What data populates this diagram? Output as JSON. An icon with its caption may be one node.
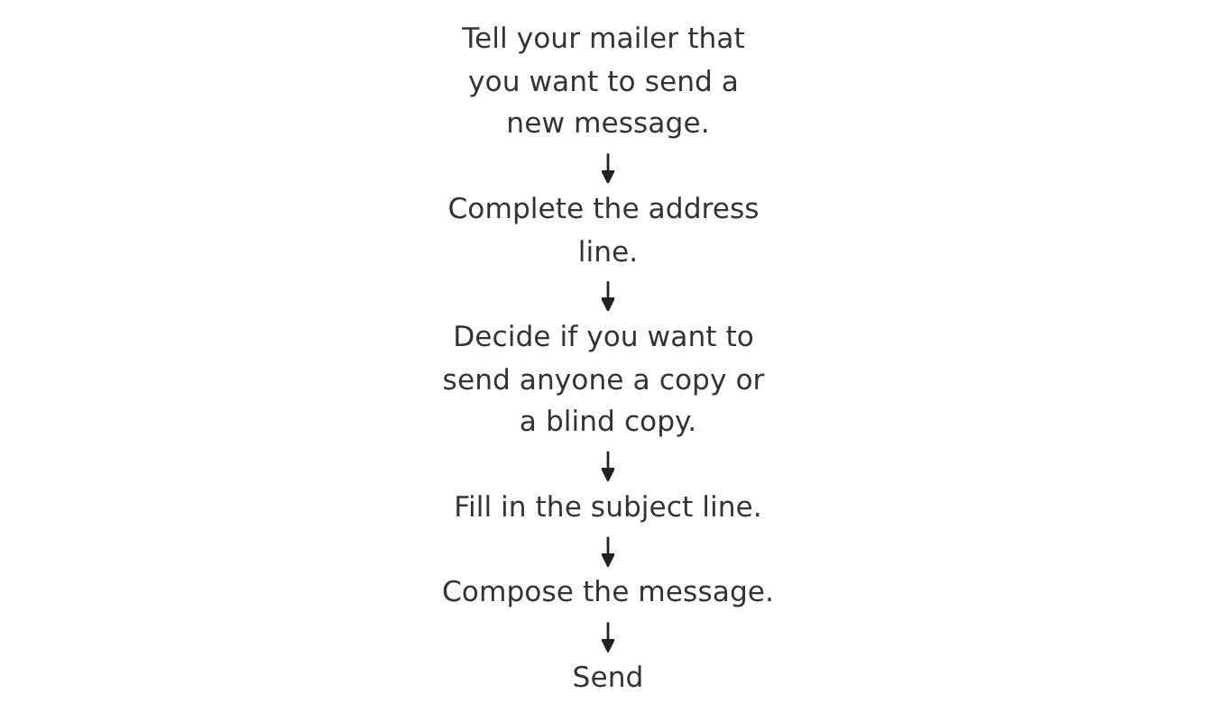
{
  "diagram": {
    "nodes": [
      {
        "text": [
          "Tell your mailer that you want to send a new message."
        ]
      },
      {
        "text": [
          "Complete the address line."
        ]
      },
      {
        "text": [
          "Decide if you want to send anyone a copy or a blind copy."
        ]
      },
      {
        "text": [
          "Fill in the subject line."
        ]
      },
      {
        "text": [
          "Compose the message."
        ]
      },
      {
        "text": [
          "Send"
        ]
      }
    ],
    "edges": [
      {
        "from": 0,
        "to": 1,
        "arrow": "to"
      },
      {
        "from": 1,
        "to": 2,
        "arrow": "to"
      },
      {
        "from": 2,
        "to": 3,
        "arrow": "to"
      },
      {
        "from": 3,
        "to": 4,
        "arrow": "to"
      },
      {
        "from": 4,
        "to": 5,
        "arrow": "to"
      }
    ]
  }
}
